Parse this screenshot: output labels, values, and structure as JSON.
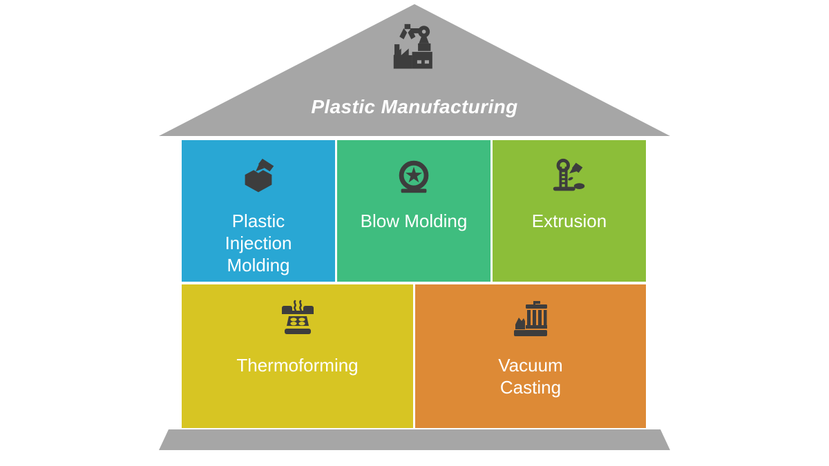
{
  "title": {
    "label": "Plastic Manufacturing",
    "icon": "factory-robot-icon"
  },
  "colors": {
    "roof_gray": "#a6a6a6",
    "foundation_gray": "#a6a6a6",
    "icon_dark": "#3d3d3d",
    "text_white": "#ffffff"
  },
  "blocks": [
    {
      "label": "Plastic\nInjection\nMolding",
      "color": "#29a7d4",
      "icon": "injection-molding-icon"
    },
    {
      "label": "Blow Molding",
      "color": "#3fbd7f",
      "icon": "blow-molding-icon"
    },
    {
      "label": "Extrusion",
      "color": "#8cbe39",
      "icon": "extrusion-icon"
    },
    {
      "label": "Thermoforming",
      "color": "#d7c523",
      "icon": "thermoforming-icon"
    },
    {
      "label": "Vacuum\nCasting",
      "color": "#dd8a36",
      "icon": "vacuum-casting-icon"
    }
  ]
}
